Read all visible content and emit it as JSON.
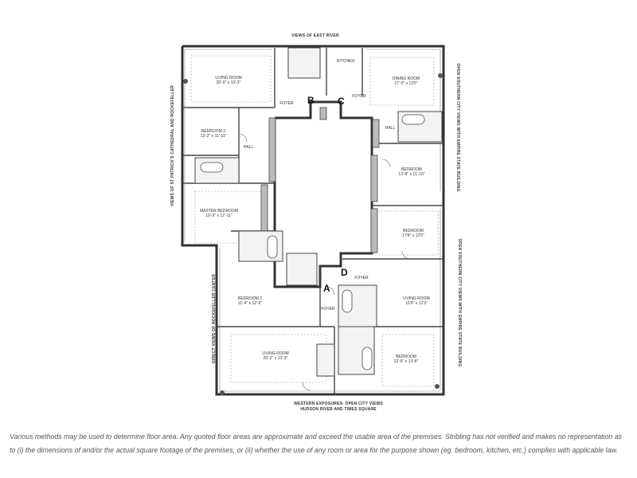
{
  "views": {
    "top": "VIEWS OF EAST RIVER",
    "left_upper": "VIEWS OF ST PATRICK'S CATHEDRAL AND ROCKEFELLER",
    "left_lower": "DIRECT VIEWS OF ROCKEFELLER CENTER",
    "right_upper": "OPEN SOUTHERN CITY VIEWS WITH EMPIRE STATE BUILDING",
    "right_lower": "OPEN SOUTHERN CITY VIEWS WITH EMPIRE STATE BUILDING",
    "bottom_line1": "WESTERN EXPOSURES- OPEN CITY VIEWS",
    "bottom_line2": "HUDSON RIVER AND TIMES SQUARE"
  },
  "units": {
    "a": "A",
    "b": "B",
    "c": "C",
    "d": "D"
  },
  "rooms": {
    "b_living": {
      "name": "LIVING ROOM",
      "dim": "20'-9\" x 13'-3\""
    },
    "b_foyer": {
      "name": "FOYER"
    },
    "b_kitchen": {
      "name": "KITCHEN"
    },
    "b_bedroom2": {
      "name": "BEDROOM 2",
      "dim": "13'-2\" x 11'-11\""
    },
    "b_hall": {
      "name": "HALL"
    },
    "b_master": {
      "name": "MASTER BEDROOM",
      "dim": "19'-5\" x 12'-11\""
    },
    "c_dining": {
      "name": "DINING ROOM",
      "dim": "17'-0\" x 13'5\""
    },
    "c_foyer": {
      "name": "FOYER"
    },
    "c_hall": {
      "name": "HALL"
    },
    "c_bedroom": {
      "name": "BEDROOM",
      "dim": "13'-8\" x 11'-10\""
    },
    "c_bedroom2": {
      "name": "BEDROOM",
      "dim": "17'8\" x 12'0\""
    },
    "d_foyer": {
      "name": "FOYER"
    },
    "d_living": {
      "name": "LIVING ROOM",
      "dim": "15'9\" x 12'3\""
    },
    "a_bedroom2": {
      "name": "BEDROOM 2",
      "dim": "11'-4\" x 12'-6\""
    },
    "a_foyer": {
      "name": "FOYER"
    },
    "a_living": {
      "name": "LIVING ROOM",
      "dim": "20'-2\" x 13'-9\""
    },
    "a_bedroom": {
      "name": "BEDROOM",
      "dim": "13'-0\" x 13'-8\""
    }
  },
  "disclaimer": "Various methods may be used to determine floor area. Any quoted floor areas are approximate and exceed the usable area of the premises. Stribling has not verified and makes no representation as to (i) the dimensions of and/or the actual square footage of the premises, or (ii) whether the use of any room or area for the purpose shown (eg. bedroom, kitchen, etc.) complies with applicable law."
}
